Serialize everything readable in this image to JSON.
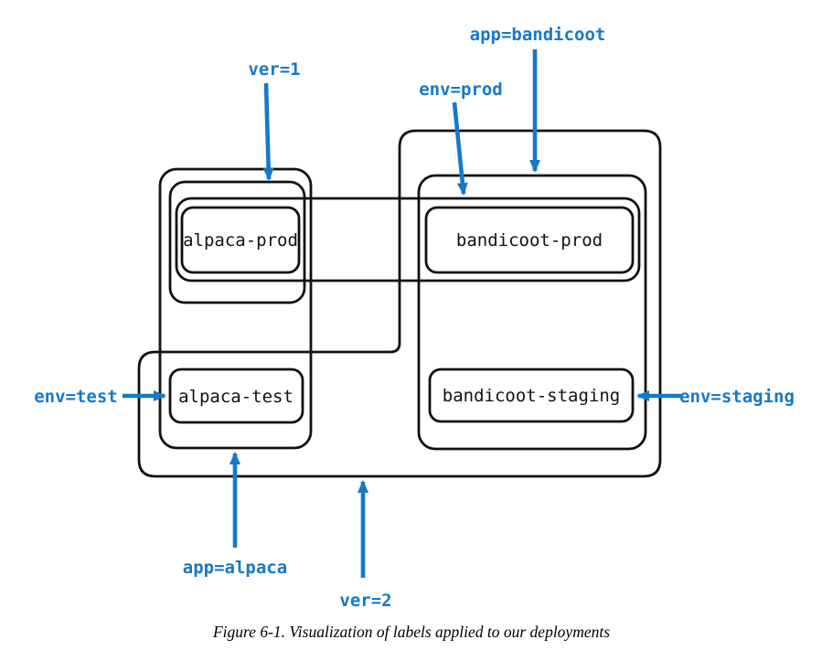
{
  "figure": {
    "caption": "Figure 6-1. Visualization of labels applied to our deployments"
  },
  "colors": {
    "accent_blue": "#1878c8",
    "stroke": "#111111",
    "background": "#ffffff"
  },
  "diagram": {
    "nodes": {
      "alpaca_prod": "alpaca-prod",
      "alpaca_test": "alpaca-test",
      "bandicoot_prod": "bandicoot-prod",
      "bandicoot_staging": "bandicoot-staging"
    },
    "annotations": {
      "ver1": "ver=1",
      "app_bandicoot": "app=bandicoot",
      "env_prod": "env=prod",
      "env_test": "env=test",
      "env_staging": "env=staging",
      "app_alpaca": "app=alpaca",
      "ver2": "ver=2"
    }
  }
}
